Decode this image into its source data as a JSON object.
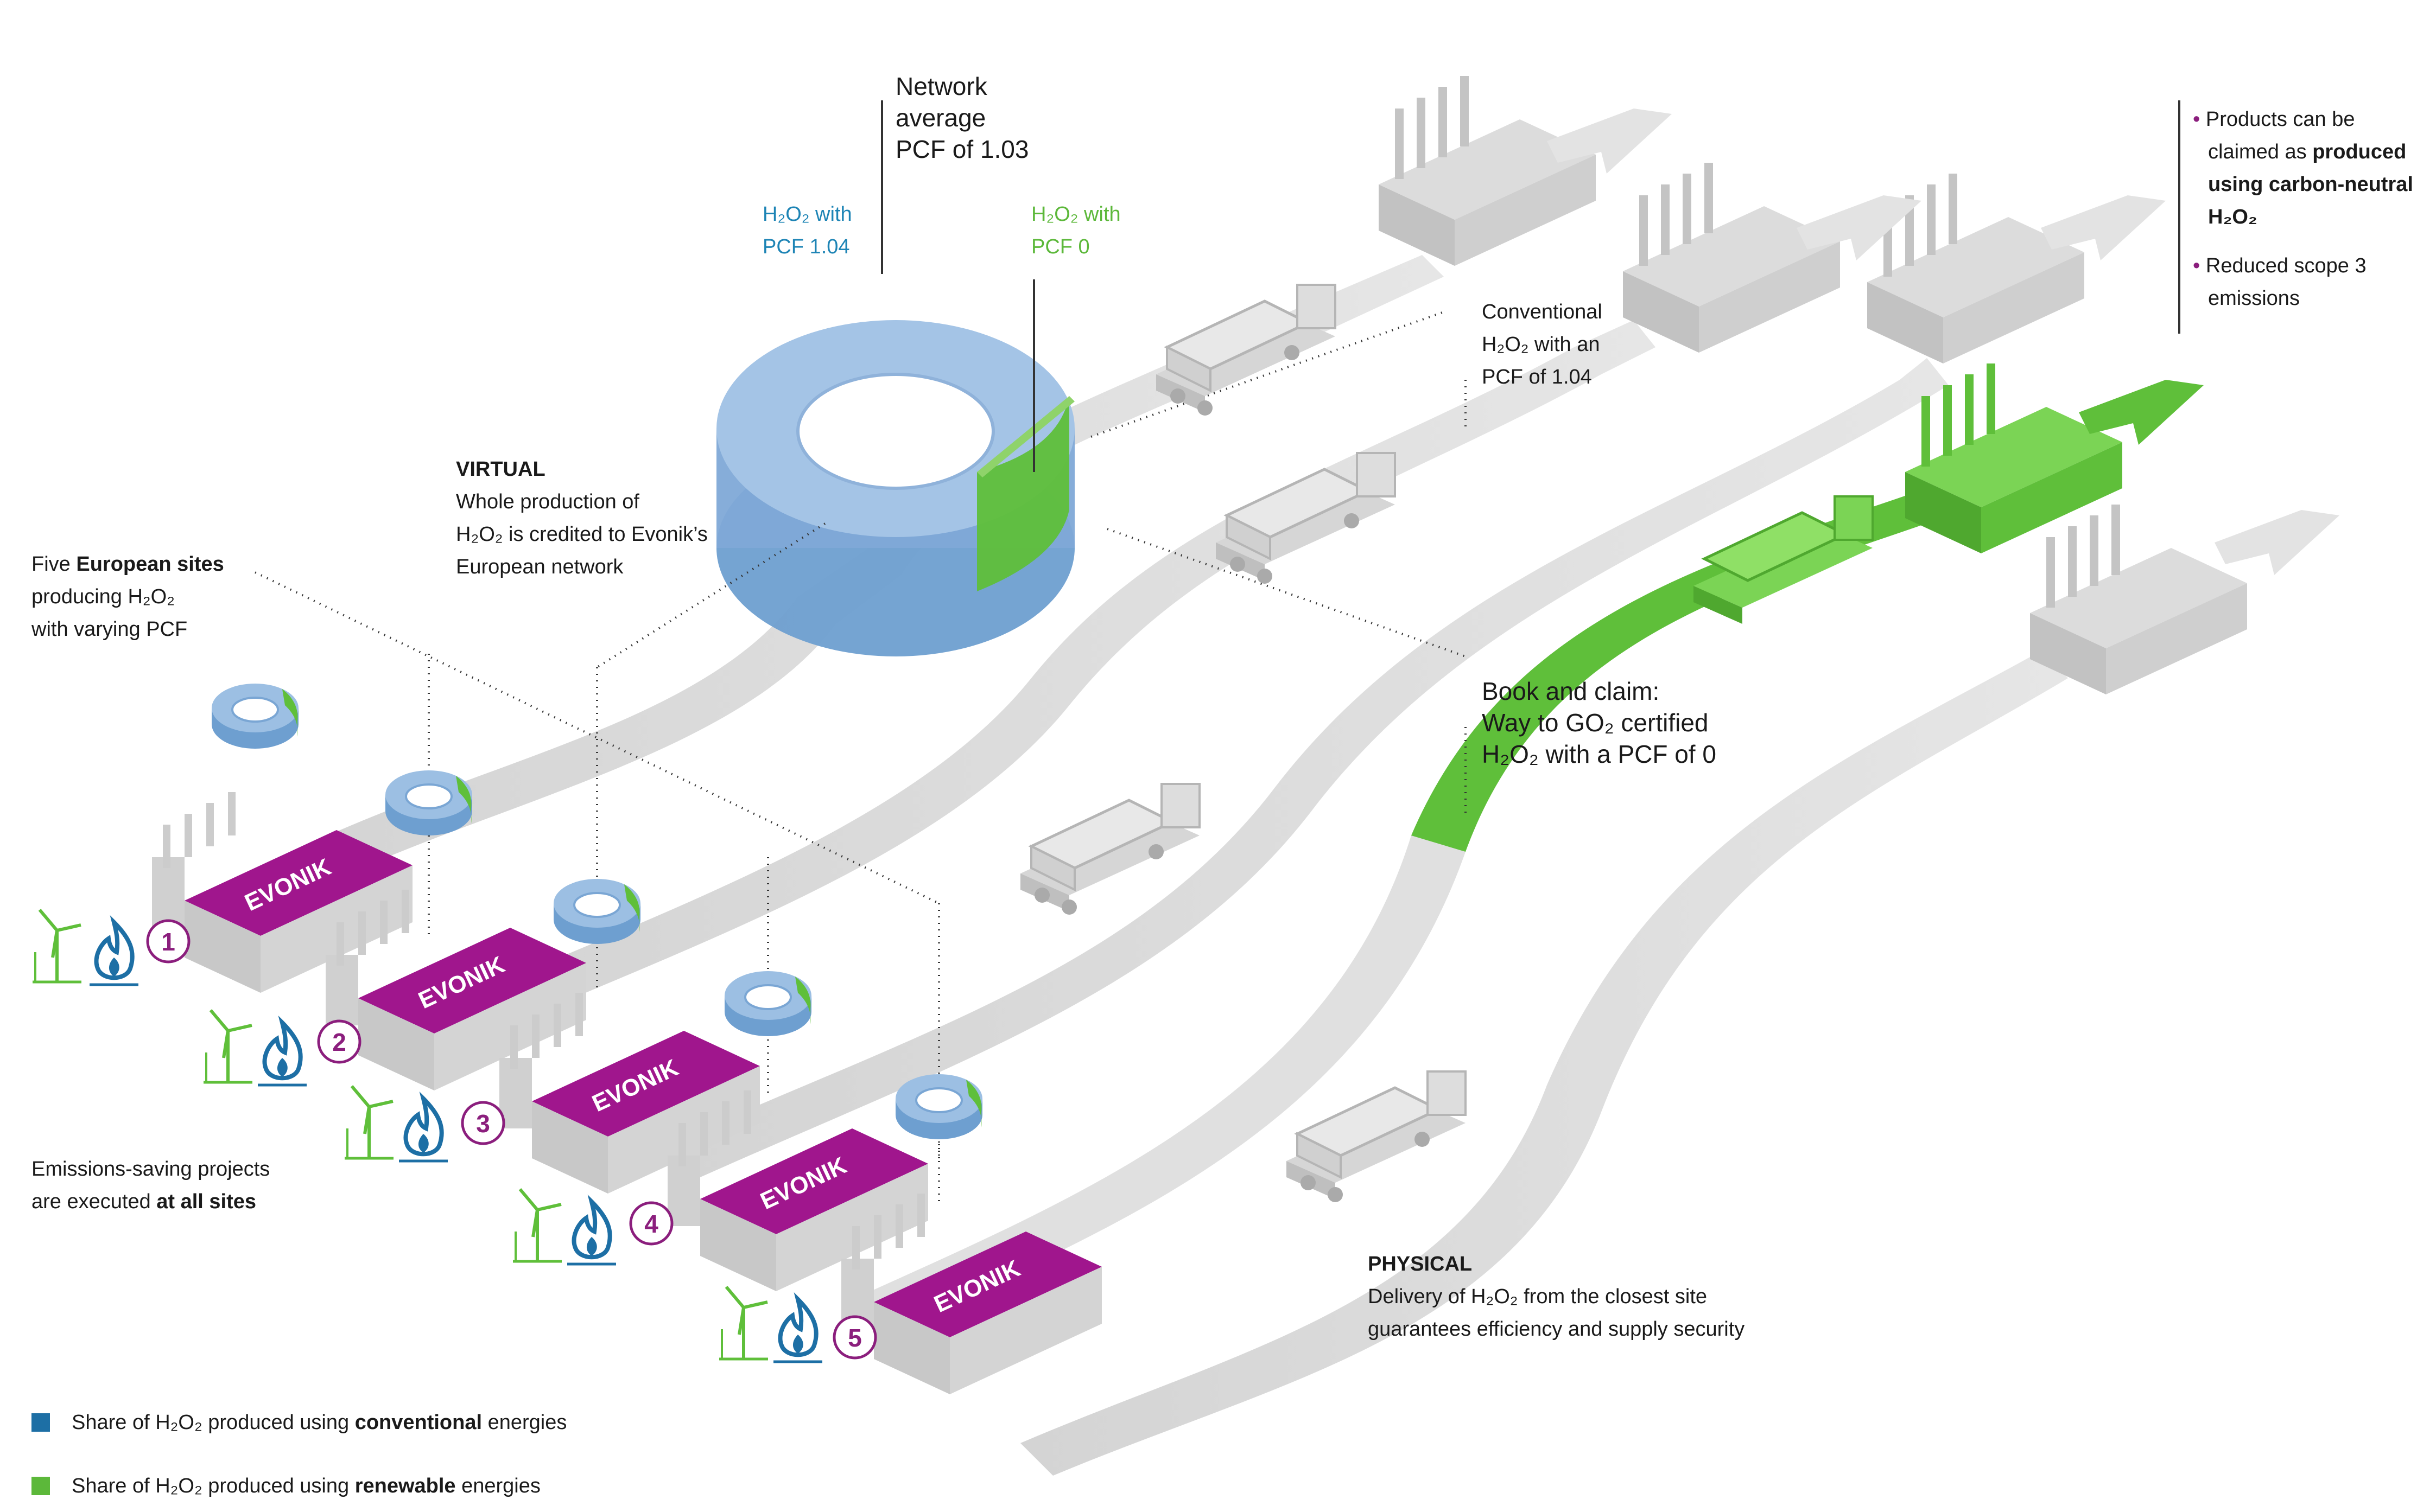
{
  "colors": {
    "conventional": "#3d8fc4",
    "renewable": "#5fbf3a",
    "evonik_purple": "#a0168d",
    "road": "#d9d9d9",
    "building": "#c8c8c8",
    "number_ring": "#8b1e7d"
  },
  "header": {
    "network_average": [
      "Network",
      "average",
      "PCF of 1.03"
    ]
  },
  "ring_labels": {
    "conventional": {
      "h2o2": "H₂O₂ with",
      "pcf": "PCF 1.04"
    },
    "renewable": {
      "h2o2": "H₂O₂ with",
      "pcf": "PCF 0"
    }
  },
  "virtual": {
    "title": "VIRTUAL",
    "lines": [
      "Whole production of",
      "H₂O₂ is credited to Evonik’s",
      "European network"
    ]
  },
  "sites_intro": {
    "prefix": "Five ",
    "bold": "European sites",
    "line2": "producing H₂O₂",
    "line3": "with varying PCF"
  },
  "conventional_note": [
    "Conventional",
    "H₂O₂ with an",
    "PCF of 1.04"
  ],
  "book_and_claim": [
    "Book and claim:",
    "Way to GO₂ certified",
    "H₂O₂ with a PCF of 0"
  ],
  "products": {
    "bullet1": {
      "a": "Products can be",
      "b": "claimed as ",
      "b_bold": "produced",
      "c_bold": "using carbon-neutral",
      "d_bold": "H₂O₂"
    },
    "bullet2": {
      "a": "Reduced scope 3",
      "b": "emissions"
    },
    "bullet_char": "•"
  },
  "emissions": {
    "line1": "Emissions-saving projects",
    "line2": "are executed ",
    "line2_bold": "at all sites"
  },
  "physical": {
    "title": "PHYSICAL",
    "lines": [
      "Delivery of H₂O₂ from the closest site",
      "guarantees efficiency and supply security"
    ]
  },
  "sites": [
    {
      "number": "1",
      "logo": "EVONIK"
    },
    {
      "number": "2",
      "logo": "EVONIK"
    },
    {
      "number": "3",
      "logo": "EVONIK"
    },
    {
      "number": "4",
      "logo": "EVONIK"
    },
    {
      "number": "5",
      "logo": "EVONIK"
    }
  ],
  "legend": [
    {
      "prefix": "Share of H₂O₂ produced using ",
      "bold": "conventional",
      "suffix": " energies",
      "color": "#1d6fa5"
    },
    {
      "prefix": "Share of H₂O₂ produced using ",
      "bold": "renewable",
      "suffix": " energies",
      "color": "#5cb83a"
    }
  ]
}
